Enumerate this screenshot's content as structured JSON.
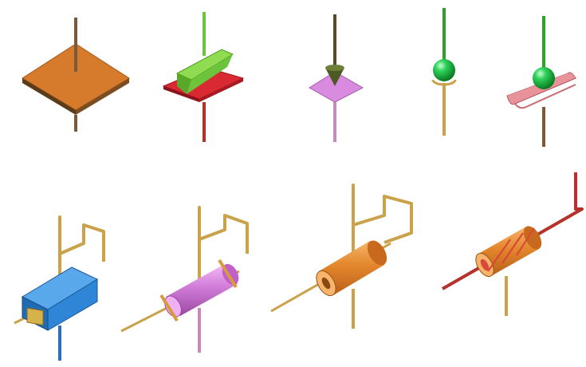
{
  "colors": {
    "background": "#ffffff",
    "rod_tan": "#c9a24a",
    "rod_brown": "#7a5a3a",
    "rod_red": "#b5312a",
    "rod_green": "#2fa02a",
    "rod_pink": "#c68ab8",
    "rod_blue": "#2a6fc9",
    "plate_orange": "#d67a2c",
    "plate_red": "#d92a34",
    "plate_violet": "#d98be0",
    "wedge_green": "#6bc43a",
    "sphere_green": "#22c24a",
    "trough_pink": "#e8939a",
    "block_blue": "#2f86d6",
    "cylinder_violet": "#d07ad8",
    "cylinder_orange": "#e3862c"
  },
  "joints": [
    {
      "name": "planar-plate-joint"
    },
    {
      "name": "wedge-plate-joint"
    },
    {
      "name": "cone-point-joint"
    },
    {
      "name": "ball-point-joint"
    },
    {
      "name": "ball-in-trough-joint"
    },
    {
      "name": "prismatic-block-joint"
    },
    {
      "name": "cylindrical-joint"
    },
    {
      "name": "revolute-joint"
    },
    {
      "name": "helical-screw-joint"
    }
  ]
}
